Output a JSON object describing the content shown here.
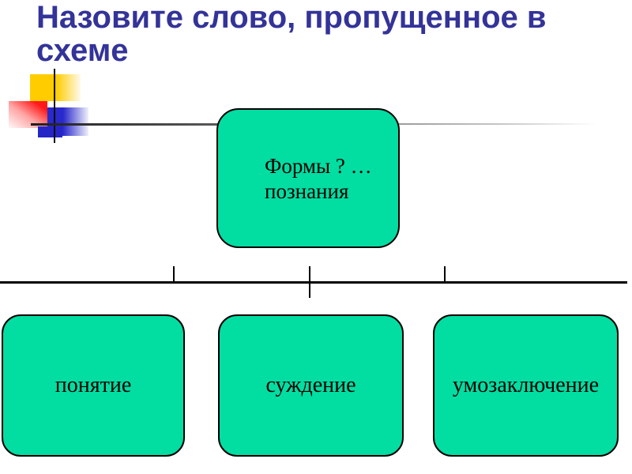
{
  "slide": {
    "title": {
      "line1": "Назовите слово, пропущенное в",
      "line2": "схеме"
    },
    "diagram": {
      "root": {
        "line1": "Формы ? …",
        "line2": "познания"
      },
      "children": [
        {
          "label": "понятие"
        },
        {
          "label": "суждение"
        },
        {
          "label": "умозаключение"
        }
      ]
    },
    "colors": {
      "title_text": "#333399",
      "node_fill": "#02DDA2",
      "node_border": "#000000",
      "node_text": "#000000",
      "connector": "#000000",
      "decor_yellow": "#FFCC00",
      "decor_red": "#FF1A1A",
      "decor_blue": "#2929CC"
    }
  }
}
